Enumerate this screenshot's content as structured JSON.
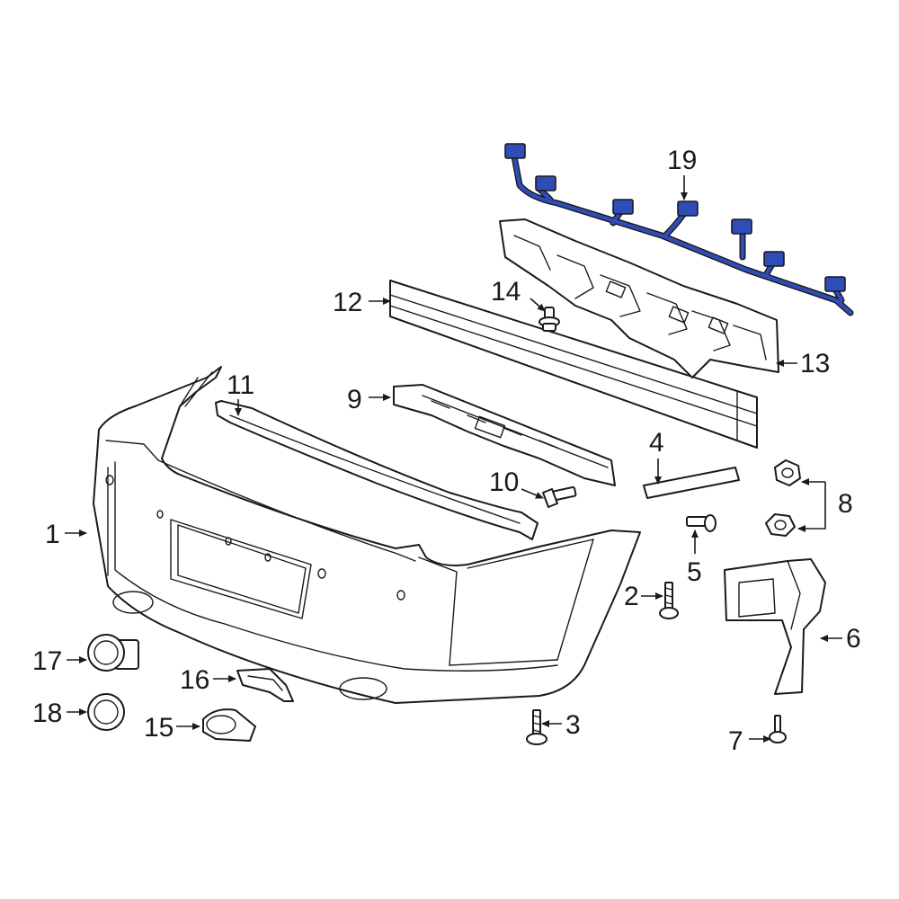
{
  "diagram": {
    "highlight_color": "#2f4db8",
    "callouts": {
      "c1": "1",
      "c2": "2",
      "c3": "3",
      "c4": "4",
      "c5": "5",
      "c6": "6",
      "c7": "7",
      "c8": "8",
      "c9": "9",
      "c10": "10",
      "c11": "11",
      "c12": "12",
      "c13": "13",
      "c14": "14",
      "c15": "15",
      "c16": "16",
      "c17": "17",
      "c18": "18",
      "c19": "19"
    }
  }
}
